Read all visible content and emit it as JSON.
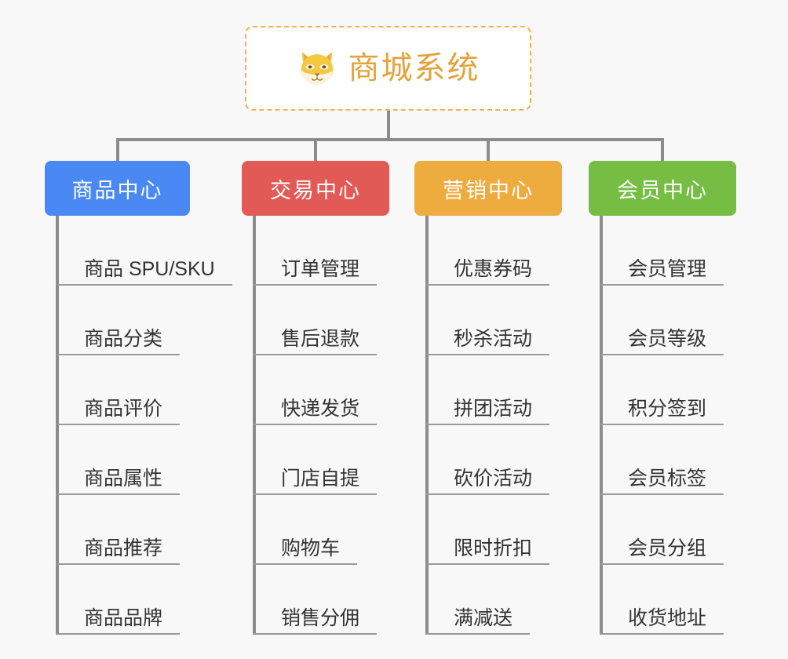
{
  "background_color": "#f8f8f8",
  "root": {
    "title": "商城系统",
    "icon": "shiba-dog-face-icon",
    "text_color": "#e3a33c",
    "border_color": "#f0b24a"
  },
  "branches": [
    {
      "label": "商品中心",
      "color": "#4a89f3",
      "items": [
        "商品 SPU/SKU",
        "商品分类",
        "商品评价",
        "商品属性",
        "商品推荐",
        "商品品牌"
      ]
    },
    {
      "label": "交易中心",
      "color": "#e25a56",
      "items": [
        "订单管理",
        "售后退款",
        "快递发货",
        "门店自提",
        "购物车",
        "销售分佣"
      ]
    },
    {
      "label": "营销中心",
      "color": "#eeab3e",
      "items": [
        "优惠券码",
        "秒杀活动",
        "拼团活动",
        "砍价活动",
        "限时折扣",
        "满减送"
      ]
    },
    {
      "label": "会员中心",
      "color": "#76bd43",
      "items": [
        "会员管理",
        "会员等级",
        "积分签到",
        "会员标签",
        "会员分组",
        "收货地址"
      ]
    }
  ],
  "connector_color": "#8c8c8c",
  "leaf_text_color": "#333333",
  "leaf_underline_color": "#9a9a9a"
}
